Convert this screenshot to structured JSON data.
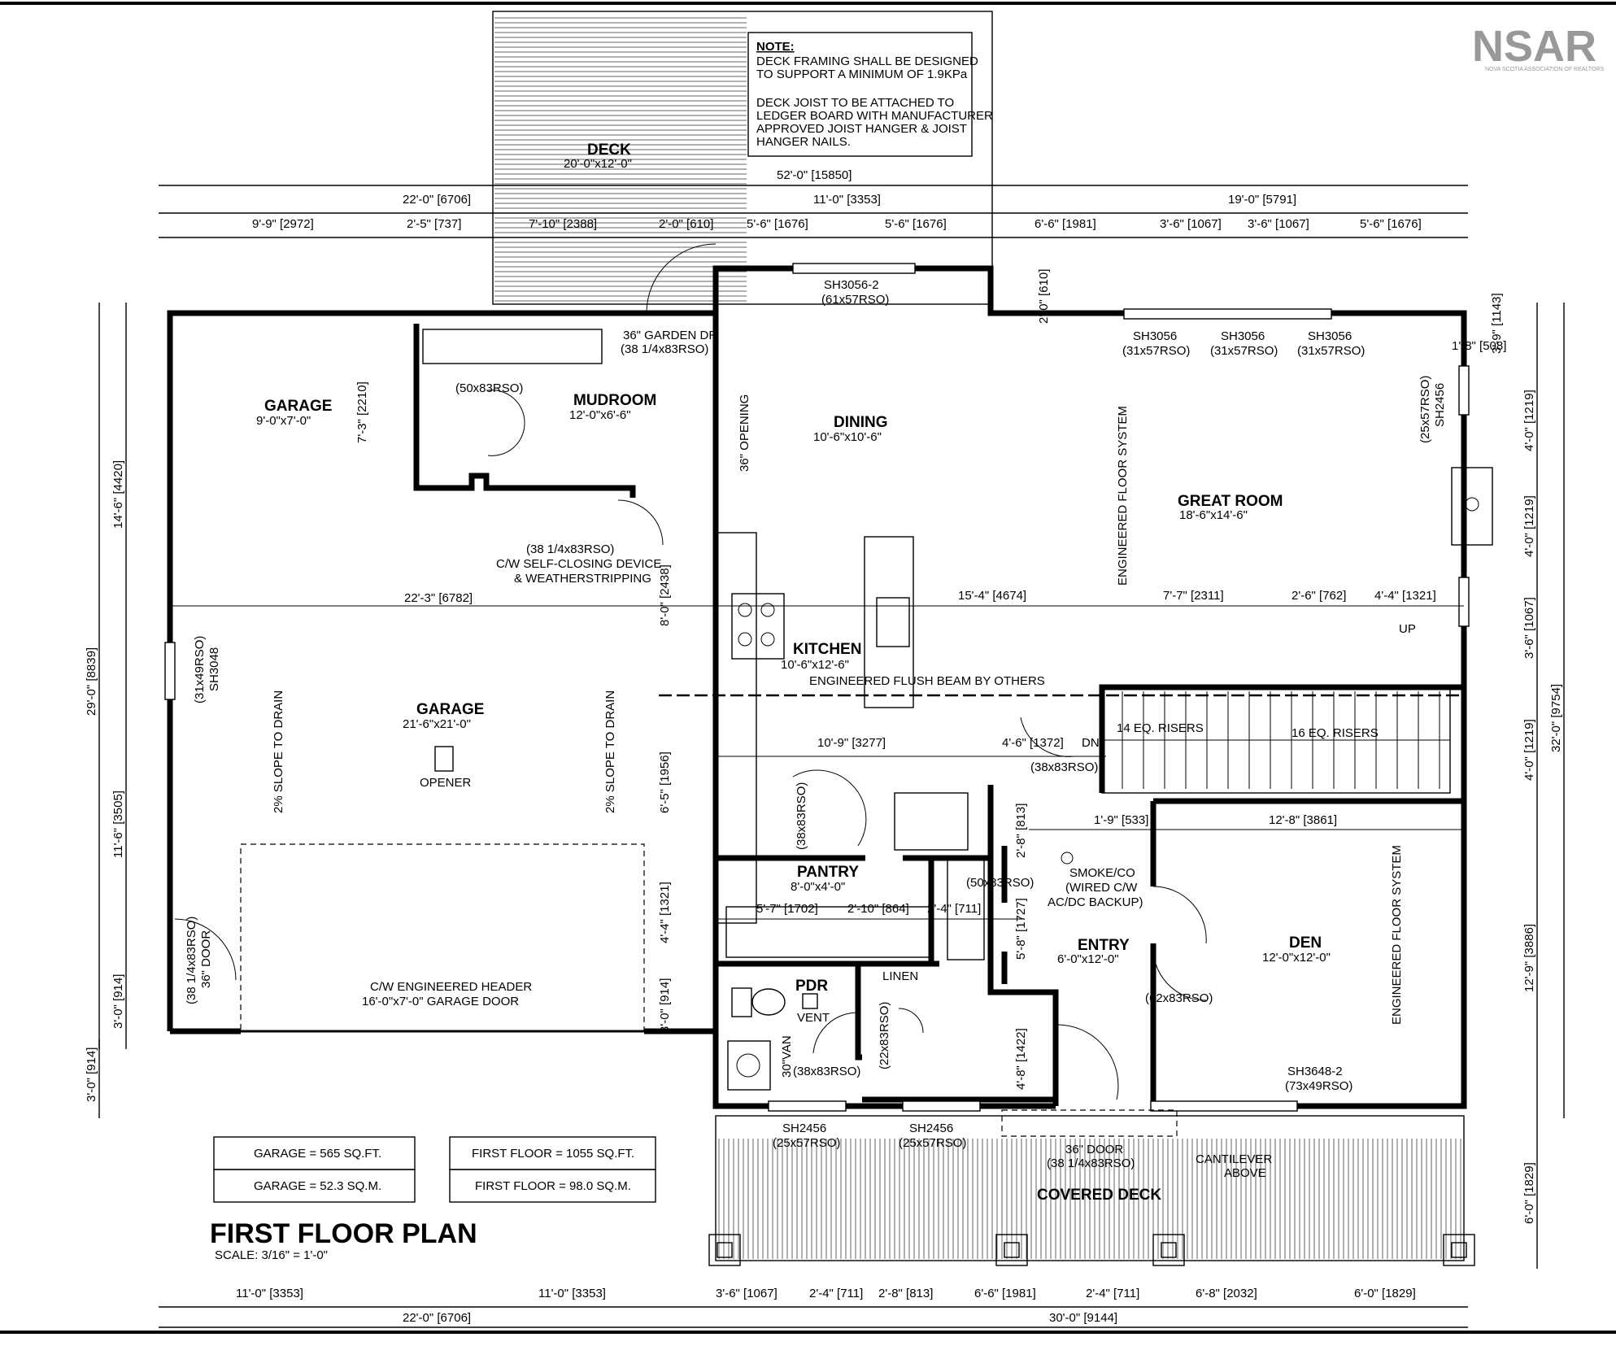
{
  "logo": {
    "mark": "NSAR",
    "caption": "NOVA SCOTIA ASSOCIATION OF REALTORS"
  },
  "note": {
    "heading": "NOTE:",
    "lines": [
      "DECK FRAMING SHALL BE DESIGNED",
      "TO SUPPORT A MINIMUM OF 1.9KPa",
      "",
      "DECK JOIST TO BE ATTACHED TO",
      "LEDGER BOARD WITH MANUFACTURER",
      "APPROVED JOIST HANGER & JOIST",
      "HANGER NAILS."
    ]
  },
  "rooms": {
    "deck": {
      "name": "DECK",
      "size": "20'-0\"x12'-0\""
    },
    "garage_small": {
      "name": "GARAGE",
      "size": "9'-0\"x7'-0\""
    },
    "mudroom": {
      "name": "MUDROOM",
      "size": "12'-0\"x6'-6\""
    },
    "dining": {
      "name": "DINING",
      "size": "10'-6\"x10'-6\""
    },
    "great_room": {
      "name": "GREAT ROOM",
      "size": "18'-6\"x14'-6\""
    },
    "kitchen": {
      "name": "KITCHEN",
      "size": "10'-6\"x12'-6\""
    },
    "garage": {
      "name": "GARAGE",
      "size": "21'-6\"x21'-0\""
    },
    "pantry": {
      "name": "PANTRY",
      "size": "8'-0\"x4'-0\""
    },
    "entry": {
      "name": "ENTRY",
      "size": "6'-0\"x12'-0\""
    },
    "den": {
      "name": "DEN",
      "size": "12'-0\"x12'-0\""
    },
    "pdr": {
      "name": "PDR"
    },
    "linen": {
      "name": "LINEN"
    },
    "covered_deck": {
      "name": "COVERED DECK"
    }
  },
  "labels": {
    "garden_door": "36\" GARDEN DR",
    "garden_door_rso": "(38 1/4x83RSO)",
    "opening_36": "36\" OPENING",
    "mudroom_door": "(50x83RSO)",
    "self_closing_1": "(38 1/4x83RSO)",
    "self_closing_2": "C/W SELF-CLOSING DEVICE",
    "self_closing_3": "& WEATHERSTRIPPING",
    "engineered_floor": "ENGINEERED FLOOR SYSTEM",
    "flush_beam": "ENGINEERED FLUSH BEAM BY OTHERS",
    "slope_drain": "2% SLOPE TO DRAIN",
    "opener": "OPENER",
    "garage_window_1": "(31x49RSO)",
    "garage_window_2": "SH3048",
    "garage_door_side_1": "(38 1/4x83RSO)",
    "garage_door_side_2": "36\" DOOR",
    "garage_header_1": "C/W ENGINEERED HEADER",
    "garage_header_2": "16'-0\"x7'-0\" GARAGE DOOR",
    "risers_14": "14 EQ. RISERS",
    "risers_16": "16 EQ. RISERS",
    "up": "UP",
    "dn": "DN",
    "stair_door": "(38x83RSO)",
    "pantry_door": "(38x83RSO)",
    "entry_closet": "(50x83RSO)",
    "smoke_1": "SMOKE/CO",
    "smoke_2": "(WIRED C/W",
    "smoke_3": "AC/DC BACKUP)",
    "den_door": "(62x83RSO)",
    "vent": "VENT",
    "van": "30\"VAN",
    "pdr_door": "(38x83RSO)",
    "linen_door": "(22x83RSO)",
    "front_door_1": "36\" DOOR",
    "front_door_2": "(38 1/4x83RSO)",
    "cantilever_1": "CANTILEVER",
    "cantilever_2": "ABOVE",
    "win_dining_1": "SH3056-2",
    "win_dining_2": "(61x57RSO)",
    "win_great_1a": "SH3056",
    "win_great_1b": "(31x57RSO)",
    "win_great_2a": "SH3056",
    "win_great_2b": "(31x57RSO)",
    "win_great_3a": "SH3056",
    "win_great_3b": "(31x57RSO)",
    "win_side_1": "(25x57RSO)",
    "win_side_2": "SH2456",
    "win_den_1": "SH3648-2",
    "win_den_2": "(73x49RSO)",
    "win_front_1a": "SH2456",
    "win_front_1b": "(25x57RSO)",
    "win_front_2a": "SH2456",
    "win_front_2b": "(25x57RSO)"
  },
  "areas": {
    "garage_sqft": "GARAGE = 565 SQ.FT.",
    "garage_sqm": "GARAGE = 52.3 SQ.M.",
    "first_sqft": "FIRST FLOOR = 1055 SQ.FT.",
    "first_sqm": "FIRST FLOOR = 98.0 SQ.M."
  },
  "plan_title": {
    "title": "FIRST FLOOR PLAN",
    "scale": "SCALE: 3/16\" = 1'-0\""
  },
  "dims": {
    "top_overall": "52'-0\" [15850]",
    "top_a": "22'-0\" [6706]",
    "top_b": "11'-0\" [3353]",
    "top_c": "19'-0\" [5791]",
    "t1": "9'-9\" [2972]",
    "t2": "2'-5\" [737]",
    "t3": "7'-10\" [2388]",
    "t4": "2'-0\" [610]",
    "t5": "5'-6\" [1676]",
    "t6": "5'-6\" [1676]",
    "t7": "6'-6\" [1981]",
    "t8": "3'-6\" [1067]",
    "t9": "3'-6\" [1067]",
    "t10": "5'-6\" [1676]",
    "step_610": "2'-0\" [610]",
    "left_29": "29'-0\" [8839]",
    "left_14_6": "14'-6\" [4420]",
    "left_11_6": "11'-6\" [3505]",
    "left_3_0": "3'-0\" [914]",
    "left_3_0b": "3'-0\" [914]",
    "garage_7_3": "7'-3\" [2210]",
    "garage_22_3": "22'-3\" [6782]",
    "d_8_0": "8'-0\" [2438]",
    "d_6_5": "6'-5\" [1956]",
    "d_4_4": "4'-4\" [1321]",
    "d_3_0": "3'-0\" [914]",
    "d_15_4": "15'-4\" [4674]",
    "d_7_7": "7'-7\" [2311]",
    "d_2_6": "2'-6\" [762]",
    "d_4_4b": "4'-4\" [1321]",
    "d_10_9": "10'-9\" [3277]",
    "d_4_6": "4'-6\" [1372]",
    "d_1_9": "1'-9\" [533]",
    "d_12_8": "12'-8\" [3861]",
    "d_2_8": "2'-8\" [813]",
    "d_5_7": "5'-7\" [1702]",
    "d_2_10": "2'-10\" [864]",
    "d_2_4": "2'-4\" [711]",
    "d_5_8": "5'-8\" [1727]",
    "d_4_8": "4'-8\" [1422]",
    "r_1_8": "1'-8\" [508]",
    "r_3_9": "3'-9\" [1143]",
    "r_4_0a": "4'-0\" [1219]",
    "r_4_0b": "4'-0\" [1219]",
    "r_3_6": "3'-6\" [1067]",
    "r_4_0c": "4'-0\" [1219]",
    "r_12_9": "12'-9\" [3886]",
    "r_32": "32'-0\" [9754]",
    "r_6_0": "6'-0\" [1829]",
    "b1": "11'-0\" [3353]",
    "b2": "11'-0\" [3353]",
    "b3": "3'-6\" [1067]",
    "b4": "2'-4\" [711]",
    "b5": "2'-8\" [813]",
    "b6": "6'-6\" [1981]",
    "b7": "2'-4\" [711]",
    "b8": "6'-8\" [2032]",
    "b9": "6'-0\" [1829]",
    "b_22": "22'-0\" [6706]",
    "b_30": "30'-0\" [9144]"
  }
}
